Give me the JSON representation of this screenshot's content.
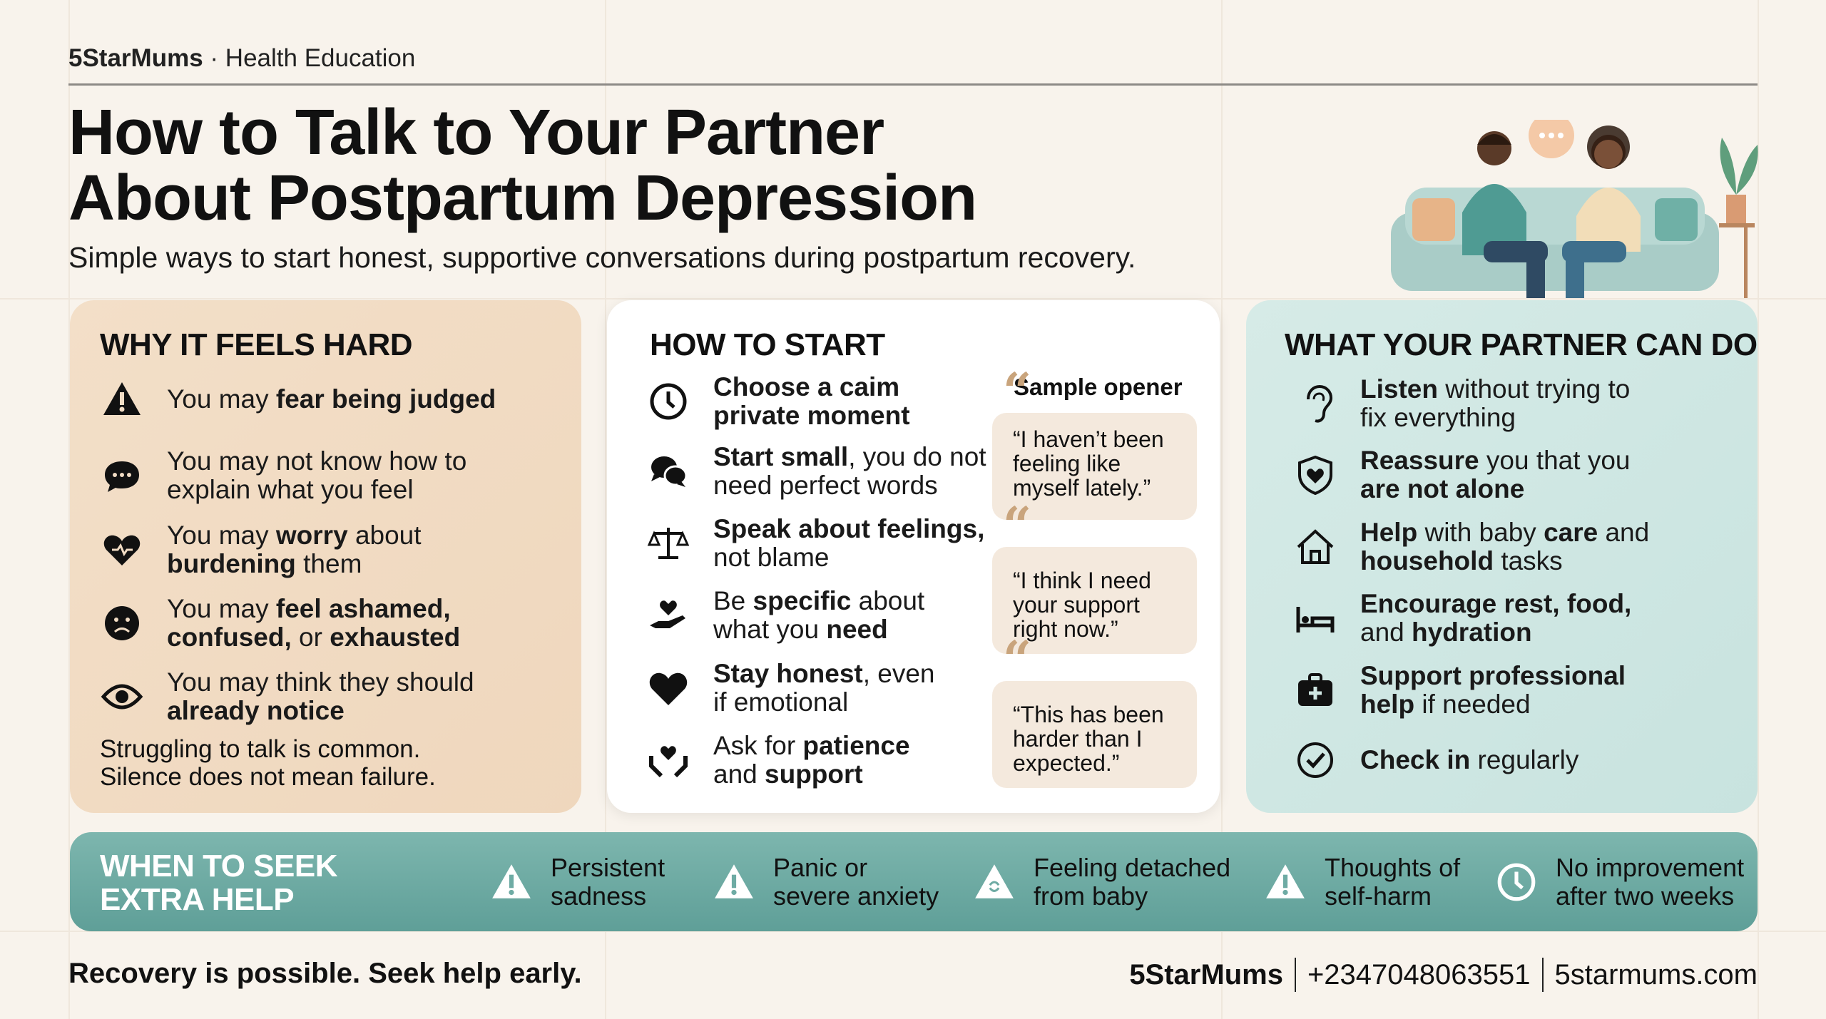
{
  "header": {
    "brand": "5StarMums",
    "separator": "·",
    "section": "Health Education"
  },
  "title_lines": [
    "How to Talk to Your Partner",
    "About Postpartum Depression"
  ],
  "subtitle": "Simple ways to start honest, supportive conversations during postpartum recovery.",
  "why_hard": {
    "heading": "WHY IT FEELS HARD",
    "items": [
      {
        "icon": "warning-icon",
        "lines": [
          [
            {
              "t": "You may "
            },
            {
              "t": "fear being judged",
              "b": true
            }
          ]
        ]
      },
      {
        "icon": "speech-bubble-icon",
        "lines": [
          [
            {
              "t": "You may not know how to"
            }
          ],
          [
            {
              "t": "explain what you feel"
            }
          ]
        ]
      },
      {
        "icon": "broken-heart-icon",
        "lines": [
          [
            {
              "t": "You may "
            },
            {
              "t": "worry",
              "b": true
            },
            {
              "t": " about"
            }
          ],
          [
            {
              "t": "burdening",
              "b": true
            },
            {
              "t": " them"
            }
          ]
        ]
      },
      {
        "icon": "sad-face-icon",
        "lines": [
          [
            {
              "t": "You may "
            },
            {
              "t": "feel ashamed,",
              "b": true
            }
          ],
          [
            {
              "t": "confused,",
              "b": true
            },
            {
              "t": " or "
            },
            {
              "t": "exhausted",
              "b": true
            }
          ]
        ]
      },
      {
        "icon": "eye-icon",
        "lines": [
          [
            {
              "t": "You may think they should"
            }
          ],
          [
            {
              "t": "already notice",
              "b": true
            }
          ]
        ]
      }
    ],
    "note_lines": [
      "Struggling to talk is common.",
      "Silence does not mean failure."
    ]
  },
  "how_to_start": {
    "heading": "HOW TO START",
    "items": [
      {
        "icon": "clock-icon",
        "lines": [
          [
            {
              "t": "Choose a caim",
              "b": true
            }
          ],
          [
            {
              "t": "private moment",
              "b": true
            }
          ]
        ]
      },
      {
        "icon": "chat-bubbles-icon",
        "lines": [
          [
            {
              "t": "Start small",
              "b": true
            },
            {
              "t": ", you do not"
            }
          ],
          [
            {
              "t": "need perfect words"
            }
          ]
        ]
      },
      {
        "icon": "scales-icon",
        "lines": [
          [
            {
              "t": "Speak about feelings,",
              "b": true
            }
          ],
          [
            {
              "t": "not blame"
            }
          ]
        ]
      },
      {
        "icon": "heart-in-hand-icon",
        "lines": [
          [
            {
              "t": "Be "
            },
            {
              "t": "specific",
              "b": true
            },
            {
              "t": " about"
            }
          ],
          [
            {
              "t": "what you "
            },
            {
              "t": "need",
              "b": true
            }
          ]
        ]
      },
      {
        "icon": "heart-icon",
        "lines": [
          [
            {
              "t": "Stay honest",
              "b": true
            },
            {
              "t": ", even"
            }
          ],
          [
            {
              "t": "if emotional"
            }
          ]
        ]
      },
      {
        "icon": "hands-heart-icon",
        "lines": [
          [
            {
              "t": "Ask for "
            },
            {
              "t": "patience",
              "b": true
            }
          ],
          [
            {
              "t": "and "
            },
            {
              "t": "support",
              "b": true
            }
          ]
        ]
      }
    ],
    "sample_label": "Sample opener",
    "quote_mark": "“",
    "quotes": [
      [
        "“I haven’t been",
        "feeling like",
        "myself lately.”"
      ],
      [
        "“I think I need",
        "your support",
        "right now.”"
      ],
      [
        "“This has been",
        "harder than I",
        "expected.”"
      ]
    ]
  },
  "partner": {
    "heading": "WHAT YOUR PARTNER CAN DO",
    "items": [
      {
        "icon": "ear-icon",
        "lines": [
          [
            {
              "t": "Listen",
              "b": true
            },
            {
              "t": " without trying to"
            }
          ],
          [
            {
              "t": "fix everything"
            }
          ]
        ]
      },
      {
        "icon": "shield-heart-icon",
        "lines": [
          [
            {
              "t": "Reassure",
              "b": true
            },
            {
              "t": " you that you"
            }
          ],
          [
            {
              "t": "are not alone",
              "b": true
            }
          ]
        ]
      },
      {
        "icon": "house-icon",
        "lines": [
          [
            {
              "t": "Help",
              "b": true
            },
            {
              "t": " with baby "
            },
            {
              "t": "care",
              "b": true
            },
            {
              "t": " and"
            }
          ],
          [
            {
              "t": "household",
              "b": true
            },
            {
              "t": " tasks"
            }
          ]
        ]
      },
      {
        "icon": "bed-icon",
        "lines": [
          [
            {
              "t": "Encourage rest, food,",
              "b": true
            }
          ],
          [
            {
              "t": "and "
            },
            {
              "t": "hydration",
              "b": true
            }
          ]
        ]
      },
      {
        "icon": "medical-kit-icon",
        "lines": [
          [
            {
              "t": "Support professional",
              "b": true
            }
          ],
          [
            {
              "t": "help",
              "b": true
            },
            {
              "t": " if needed"
            }
          ]
        ]
      },
      {
        "icon": "check-circle-icon",
        "lines": [
          [
            {
              "t": "Check in",
              "b": true
            },
            {
              "t": " regularly"
            }
          ]
        ]
      }
    ]
  },
  "seek_help": {
    "heading_lines": [
      "WHEN TO SEEK",
      "EXTRA HELP"
    ],
    "items": [
      {
        "icon": "warning-icon",
        "lines": [
          "Persistent",
          "sadness"
        ]
      },
      {
        "icon": "warning-icon",
        "lines": [
          "Panic or",
          "severe anxiety"
        ]
      },
      {
        "icon": "detached-warning-icon",
        "lines": [
          "Feeling detached",
          "from baby"
        ]
      },
      {
        "icon": "warning-icon",
        "lines": [
          "Thoughts of",
          "self-harm"
        ]
      },
      {
        "icon": "clock-icon",
        "lines": [
          "No improvement",
          "after two weeks"
        ]
      }
    ]
  },
  "footer": {
    "tagline": "Recovery is possible. Seek help early.",
    "brand": "5StarMums",
    "phone": "+2347048063551",
    "website": "5starmums.com"
  },
  "colors": {
    "background": "#f8f3ec",
    "left_panel": "#f1dcc4",
    "right_panel": "#cfe6e2",
    "band": "#6eaba4",
    "quote_box": "#f4e9dd",
    "quote_mark": "#c9a47c"
  }
}
